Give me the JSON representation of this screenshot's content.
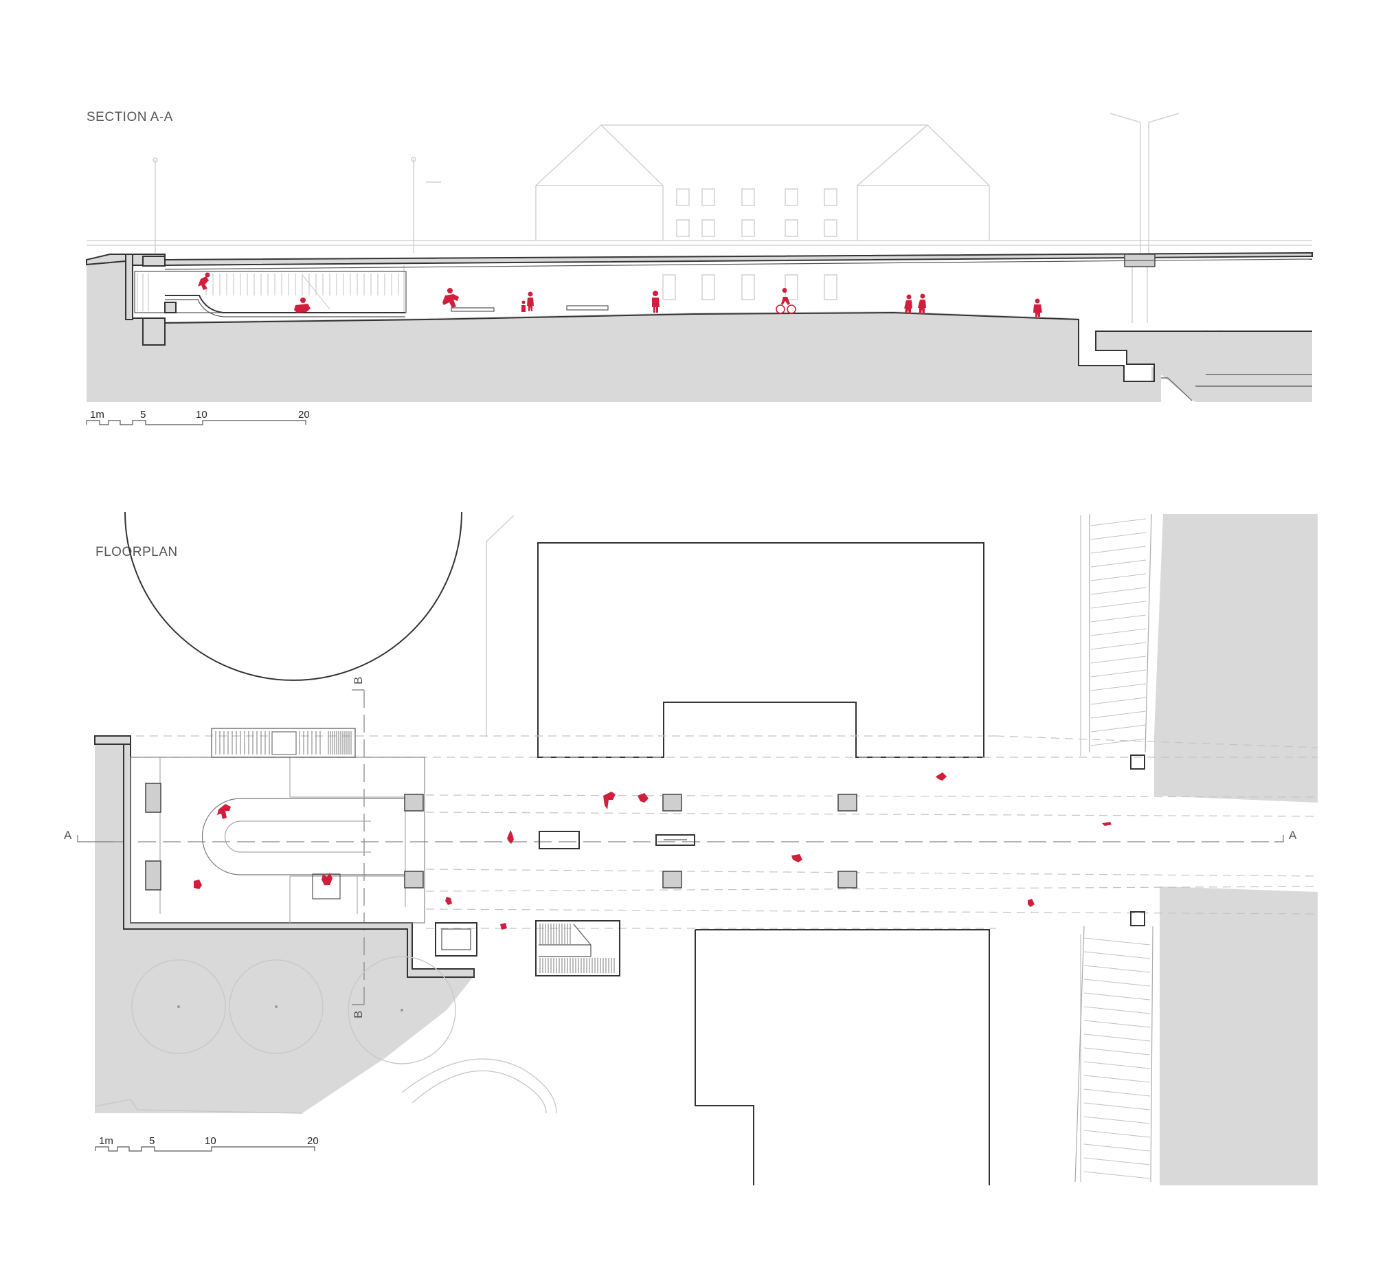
{
  "section": {
    "title": "SECTION A-A",
    "scale": [
      "1m",
      "5",
      "10",
      "20"
    ]
  },
  "floorplan": {
    "title": "FLOORPLAN",
    "scale": [
      "1m",
      "5",
      "10",
      "20"
    ],
    "cut_line_a": "A",
    "cut_line_b": "B"
  },
  "colors": {
    "people": "#d01e3c",
    "ground": "#d9d9d9",
    "ink": "#333333"
  }
}
